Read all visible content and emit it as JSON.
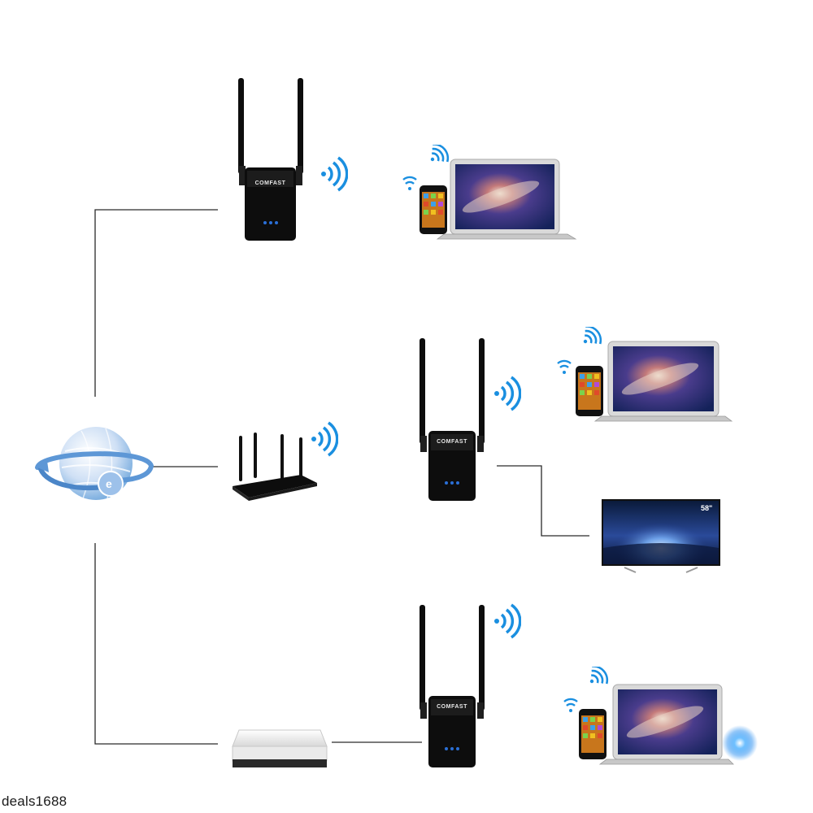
{
  "diagram": {
    "device_brand": "COMFAST",
    "tv_size_label": "58\"",
    "watermark": "deals1688",
    "colors": {
      "wifi": "#1a8fe0",
      "line": "#2a2a2a",
      "device": "#0d0d0d",
      "globe": "#6fa7de",
      "screen": "#2a3a8a"
    },
    "icons": [
      "globe-icon",
      "router-icon",
      "modem-icon",
      "repeater-icon",
      "wifi-icon",
      "laptop-icon",
      "phone-icon",
      "tv-icon"
    ]
  }
}
